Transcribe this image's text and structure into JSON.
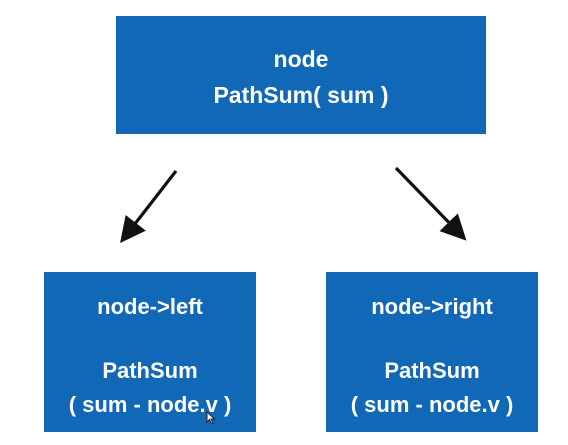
{
  "diagram": {
    "root": {
      "line1": "node",
      "line2": "PathSum( sum )"
    },
    "left_child": {
      "line1": "node->left",
      "line2": "PathSum",
      "line3": "( sum - node.v )"
    },
    "right_child": {
      "line1": "node->right",
      "line2": "PathSum",
      "line3": "( sum - node.v )"
    },
    "colors": {
      "box_fill": "#1168b6",
      "box_text": "#ffffff",
      "arrow": "#111111",
      "background": "#ffffff"
    }
  }
}
